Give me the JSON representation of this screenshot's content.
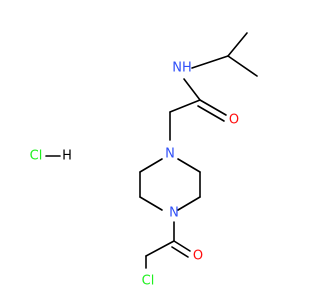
{
  "colors": {
    "carbon_bond": "#000000",
    "nitrogen": "#3050F8",
    "oxygen": "#FF0D0D",
    "chlorine": "#1FF01F",
    "hydrogen": "#000000",
    "background": "#ffffff"
  },
  "atoms": {
    "amide_nh": "NH",
    "amide_o": "O",
    "piperazine_n1": "N",
    "piperazine_n4": "N",
    "acyl_o": "O",
    "alkyl_cl": "Cl",
    "salt_cl": "Cl",
    "salt_h": "H"
  }
}
